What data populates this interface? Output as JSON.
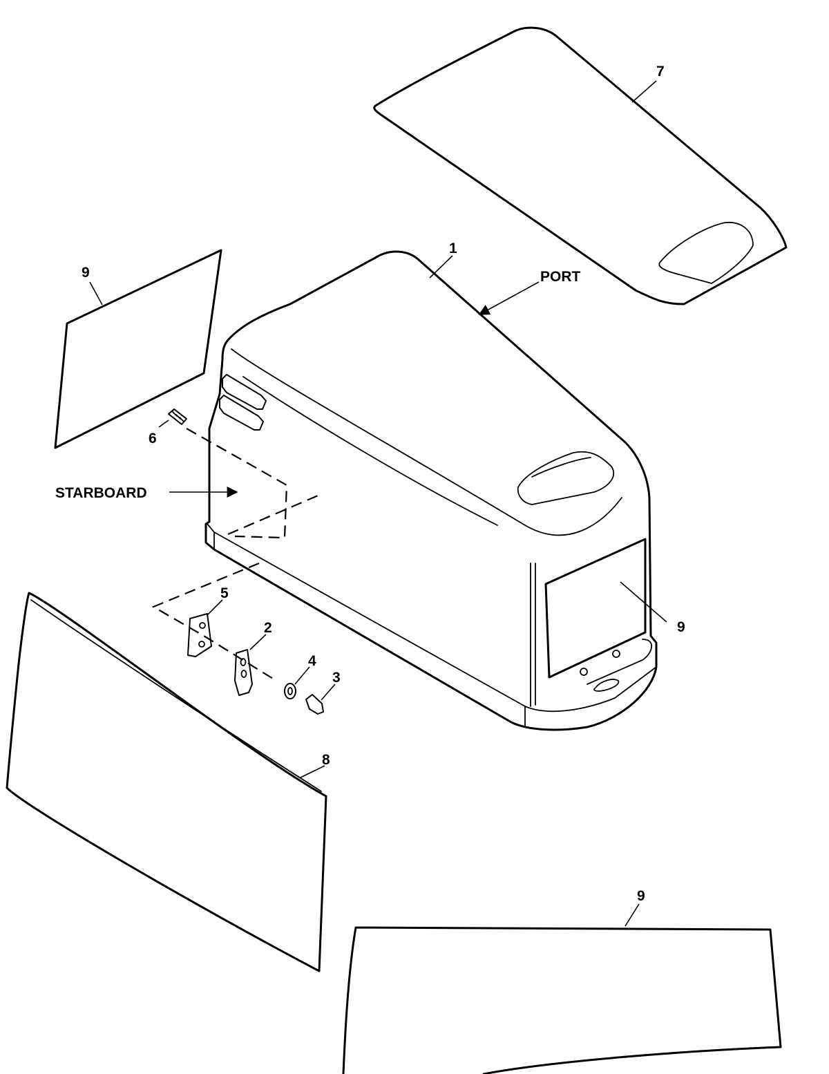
{
  "labels": {
    "port": "PORT",
    "starboard": "STARBOARD"
  },
  "callouts": {
    "c1": "1",
    "c2": "2",
    "c3": "3",
    "c4": "4",
    "c5": "5",
    "c6": "6",
    "c7": "7",
    "c8": "8",
    "c9_upper_left": "9",
    "c9_right": "9",
    "c9_bottom": "9"
  }
}
